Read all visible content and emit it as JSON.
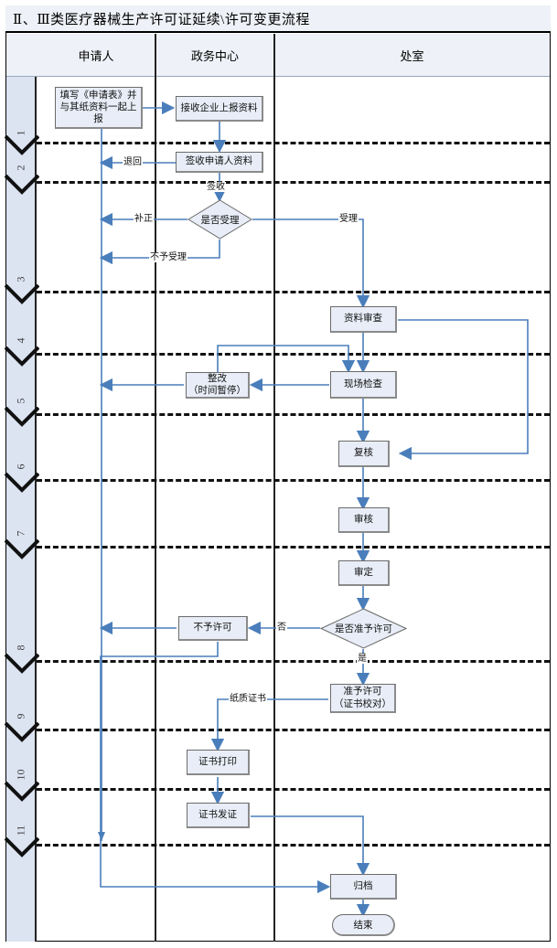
{
  "title": "Ⅱ、Ⅲ类医疗器械生产许可证延续\\许可变更流程",
  "columns": [
    {
      "key": "num",
      "label": ""
    },
    {
      "key": "a",
      "label": "申请人"
    },
    {
      "key": "b",
      "label": "政务中心"
    },
    {
      "key": "c",
      "label": "处室"
    }
  ],
  "stages": [
    {
      "n": "1"
    },
    {
      "n": "2"
    },
    {
      "n": "3"
    },
    {
      "n": "4"
    },
    {
      "n": "5"
    },
    {
      "n": "6"
    },
    {
      "n": "7"
    },
    {
      "n": "8"
    },
    {
      "n": "9"
    },
    {
      "n": "10"
    },
    {
      "n": "11"
    }
  ],
  "nodes": [
    {
      "id": "fill-form",
      "text": "填写《申请表》并与其纸资料一起上报",
      "shape": "box",
      "lane": "a"
    },
    {
      "id": "receive-docs",
      "text": "接收企业上报资料",
      "shape": "box",
      "lane": "b"
    },
    {
      "id": "sign-docs",
      "text": "签收申请人资料",
      "shape": "box",
      "lane": "b"
    },
    {
      "id": "accept-dec",
      "text": "是否受理",
      "shape": "diamond",
      "lane": "b"
    },
    {
      "id": "doc-review",
      "text": "资料审查",
      "shape": "box",
      "lane": "c"
    },
    {
      "id": "rectify",
      "text": "整改\n（时间暂停）",
      "shape": "box",
      "lane": "b"
    },
    {
      "id": "site-inspect",
      "text": "现场检查",
      "shape": "box",
      "lane": "c"
    },
    {
      "id": "recheck",
      "text": "复核",
      "shape": "box",
      "lane": "c"
    },
    {
      "id": "examine",
      "text": "审核",
      "shape": "box",
      "lane": "c"
    },
    {
      "id": "approve-set",
      "text": "审定",
      "shape": "box",
      "lane": "c"
    },
    {
      "id": "permit-dec",
      "text": "是否准予许可",
      "shape": "diamond",
      "lane": "c"
    },
    {
      "id": "no-permit",
      "text": "不予许可",
      "shape": "box",
      "lane": "b"
    },
    {
      "id": "grant-permit",
      "text": "准予许可\n（证书校对）",
      "shape": "box",
      "lane": "c"
    },
    {
      "id": "cert-print",
      "text": "证书打印",
      "shape": "box",
      "lane": "b"
    },
    {
      "id": "cert-issue",
      "text": "证书发证",
      "shape": "box",
      "lane": "b"
    },
    {
      "id": "archive",
      "text": "归档",
      "shape": "box",
      "lane": "c"
    },
    {
      "id": "end",
      "text": "结束",
      "shape": "terminator",
      "lane": "c"
    }
  ],
  "edge_labels": [
    {
      "id": "return",
      "text": "退回"
    },
    {
      "id": "signed",
      "text": "签收"
    },
    {
      "id": "amend",
      "text": "补正"
    },
    {
      "id": "not-accept",
      "text": "不予受理"
    },
    {
      "id": "accept",
      "text": "受理"
    },
    {
      "id": "no",
      "text": "否"
    },
    {
      "id": "yes",
      "text": "是"
    },
    {
      "id": "paper-cert",
      "text": "纸质证书"
    }
  ],
  "colors": {
    "header_bg": "#eef1f7",
    "strip_bg": "#dce4f2",
    "shape_fill": "#e8edf7",
    "shape_border": "#6b6b6b",
    "connector": "#4a7ebb",
    "rule": "#111111"
  }
}
